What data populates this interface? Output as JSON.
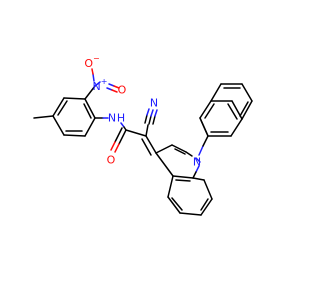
{
  "molecule": {
    "atoms": {
      "nitro_o_minus": "O",
      "nitro_o_minus_charge": "−",
      "nitro_n": "N",
      "nitro_n_charge": "+",
      "nitro_o": "O",
      "amide_nh": "N",
      "amide_h": "H",
      "amide_o": "O",
      "nitrile_n": "N",
      "indole_n": "N"
    },
    "colors": {
      "carbon": "#000000",
      "nitrogen": "#1f1fff",
      "oxygen": "#ff0d0d"
    }
  }
}
